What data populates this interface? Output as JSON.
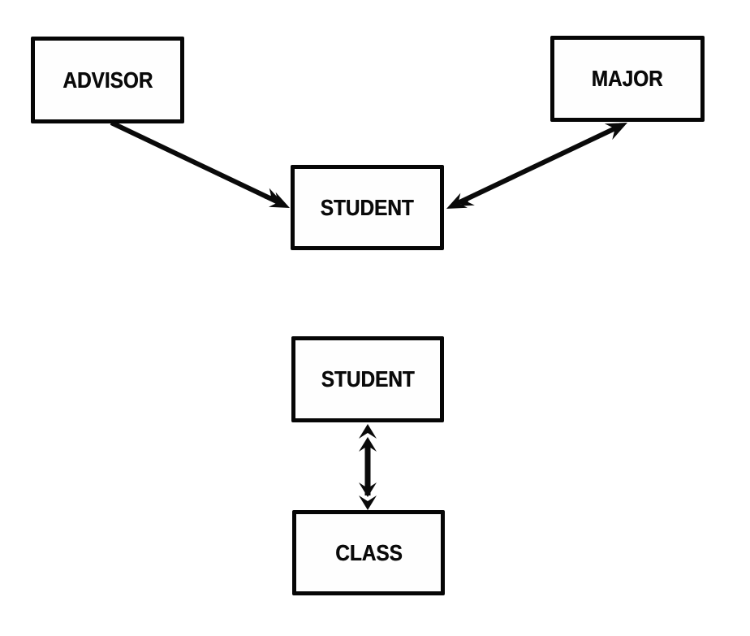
{
  "diagram": {
    "title": "entity-relationship-diagram",
    "background_color": "#ffffff",
    "ink_color": "#0a0a0a",
    "entities": [
      {
        "id": "advisor",
        "label": "ADVISOR"
      },
      {
        "id": "major",
        "label": "MAJOR"
      },
      {
        "id": "student-top",
        "label": "STUDENT"
      },
      {
        "id": "student-bottom",
        "label": "STUDENT"
      },
      {
        "id": "class",
        "label": "CLASS"
      }
    ],
    "relationships": [
      {
        "from": "ADVISOR",
        "to": "STUDENT",
        "arrowhead_at_from": "none",
        "arrowhead_at_to": "double"
      },
      {
        "from": "MAJOR",
        "to": "STUDENT",
        "arrowhead_at_from": "single",
        "arrowhead_at_to": "double"
      },
      {
        "from": "STUDENT",
        "to": "CLASS",
        "arrowhead_at_from": "double",
        "arrowhead_at_to": "double"
      }
    ]
  }
}
